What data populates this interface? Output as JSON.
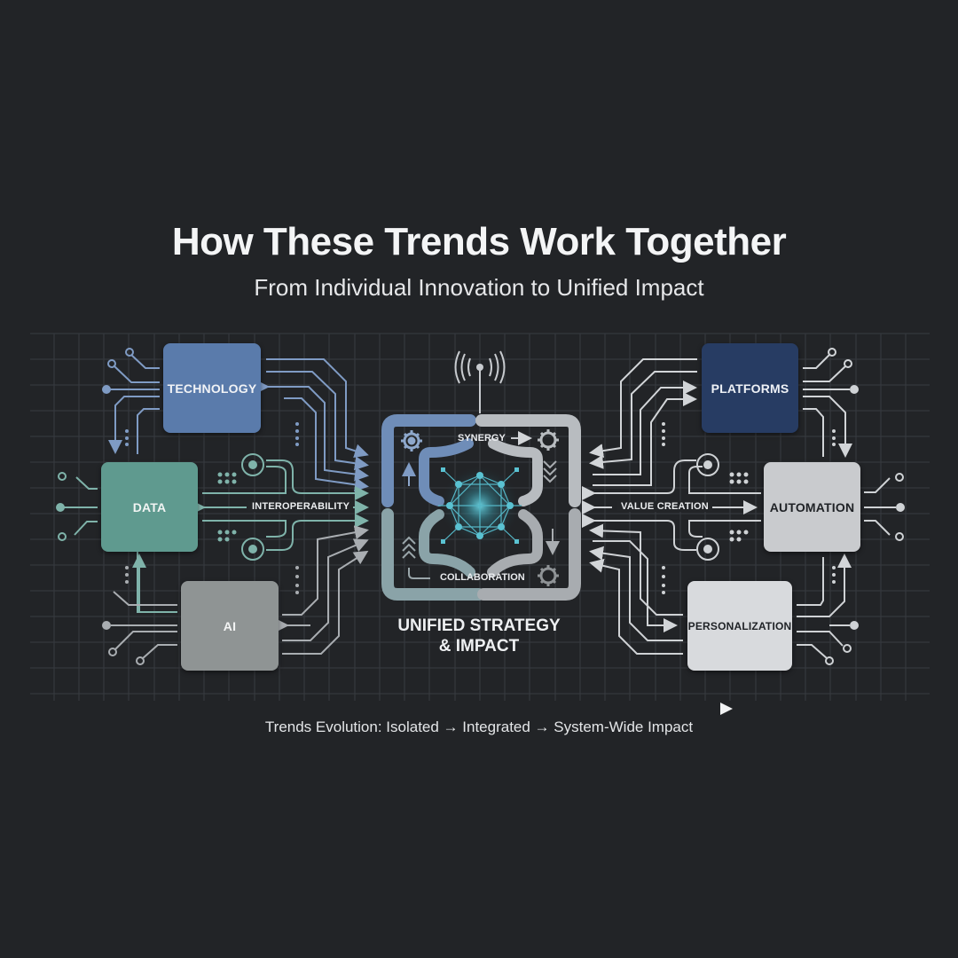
{
  "header": {
    "title": "How These Trends Work Together",
    "subtitle": "From Individual Innovation to Unified Impact"
  },
  "left_nodes": [
    {
      "label": "TECHNOLOGY",
      "color": "#5a7bab"
    },
    {
      "label": "DATA",
      "color": "#5f9a8f"
    },
    {
      "label": "AI",
      "color": "#8f9494"
    }
  ],
  "right_nodes": [
    {
      "label": "PLATFORMS",
      "color": "#273c63"
    },
    {
      "label": "AUTOMATION",
      "color": "#c9cbce"
    },
    {
      "label": "PERSONALIZATION",
      "color": "#d8dadd"
    }
  ],
  "connector_labels": {
    "left": "INTEROPERABILITY",
    "right": "VALUE CREATION"
  },
  "center": {
    "top_label": "SYNERGY",
    "bottom_label": "COLLABORATION",
    "title_line1": "UNIFIED STRATEGY",
    "title_line2": "& IMPACT",
    "icons": [
      "antenna-icon",
      "gear-icon",
      "network-icon",
      "chevron-down-icon",
      "chevron-up-icon"
    ],
    "glow_color": "#4fb3c4"
  },
  "footer": {
    "text": "Trends Evolution: Isolated → Integrated → System-Wide Impact",
    "gradient": [
      "#4f6a8f",
      "#8a8d90",
      "#f2f3f4"
    ]
  },
  "colors": {
    "background": "#222427",
    "grid": "#3a3d42",
    "blue_line": "#7f9bc4",
    "teal_line": "#7fb3aa",
    "gray_line": "#a9adb1",
    "light_line": "#cfd2d5"
  }
}
